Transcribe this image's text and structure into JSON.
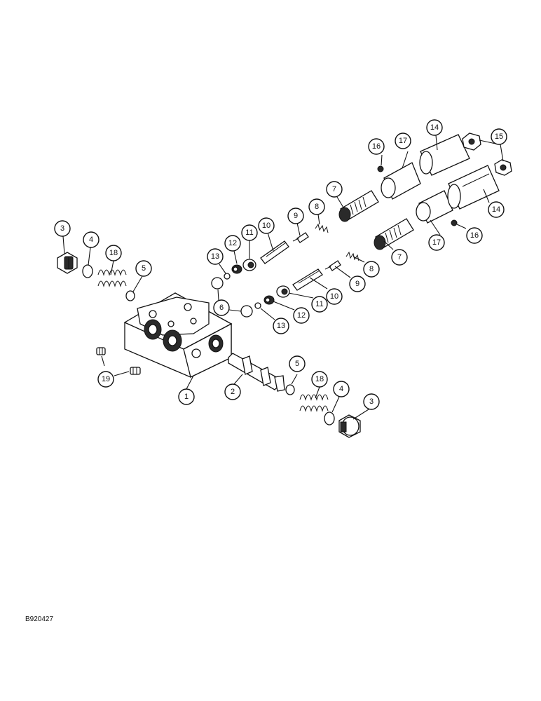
{
  "figure_code": "B920427",
  "callouts": {
    "c1": "1",
    "c2": "2",
    "c3a": "3",
    "c3b": "3",
    "c4a": "4",
    "c4b": "4",
    "c5a": "5",
    "c5b": "5",
    "c6": "6",
    "c7a": "7",
    "c7b": "7",
    "c8a": "8",
    "c8b": "8",
    "c9a": "9",
    "c9b": "9",
    "c10a": "10",
    "c10b": "10",
    "c11a": "11",
    "c11b": "11",
    "c12a": "12",
    "c12b": "12",
    "c13a": "13",
    "c13b": "13",
    "c14a": "14",
    "c14b": "14",
    "c15": "15",
    "c16a": "16",
    "c16b": "16",
    "c17a": "17",
    "c17b": "17",
    "c18a": "18",
    "c18b": "18",
    "c19": "19"
  }
}
